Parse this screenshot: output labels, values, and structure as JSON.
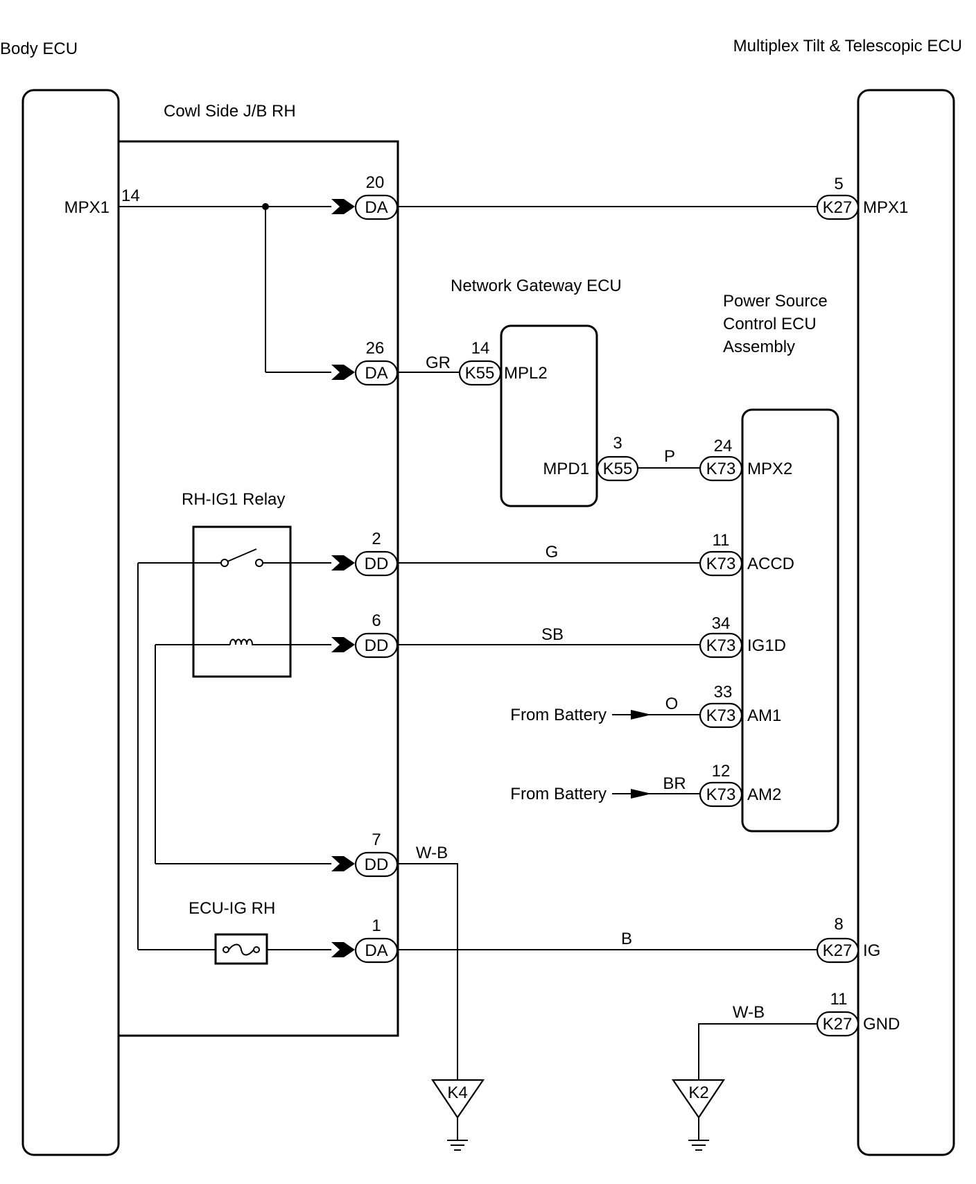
{
  "components": {
    "body_ecu": "Body ECU",
    "tilt_ecu": "Multiplex Tilt & Telescopic ECU",
    "cowl_jb": "Cowl Side J/B RH",
    "gateway_ecu": "Network Gateway ECU",
    "power_source_ecu": [
      "Power Source",
      "Control ECU",
      "Assembly"
    ],
    "relay": "RH-IG1 Relay",
    "fuse": "ECU-IG RH"
  },
  "terminals": {
    "body_mpx1": "MPX1",
    "tilt_mpx1": "MPX1",
    "tilt_ig": "IG",
    "tilt_gnd": "GND",
    "gw_mpl2": "MPL2",
    "gw_mpd1": "MPD1",
    "ps_mpx2": "MPX2",
    "ps_accd": "ACCD",
    "ps_ig1d": "IG1D",
    "ps_am1": "AM1",
    "ps_am2": "AM2"
  },
  "pins": {
    "body_14": "14",
    "da_20": "20",
    "da_26": "26",
    "dd_2": "2",
    "dd_6": "6",
    "dd_7": "7",
    "da_1": "1",
    "k27_5": "5",
    "k27_8": "8",
    "k27_11": "11",
    "k55_14": "14",
    "k55_3": "3",
    "k73_24": "24",
    "k73_11": "11",
    "k73_34": "34",
    "k73_33": "33",
    "k73_12": "12"
  },
  "connectors": {
    "DA": "DA",
    "DD": "DD",
    "K27": "K27",
    "K55": "K55",
    "K73": "K73"
  },
  "wire_colors": {
    "gr": "GR",
    "p": "P",
    "g": "G",
    "sb": "SB",
    "o": "O",
    "br": "BR",
    "wb_k4": "W-B",
    "b": "B",
    "wb_k2": "W-B"
  },
  "sources": {
    "battery_1": "From Battery",
    "battery_2": "From Battery"
  },
  "grounds": {
    "k4": "K4",
    "k2": "K2"
  }
}
